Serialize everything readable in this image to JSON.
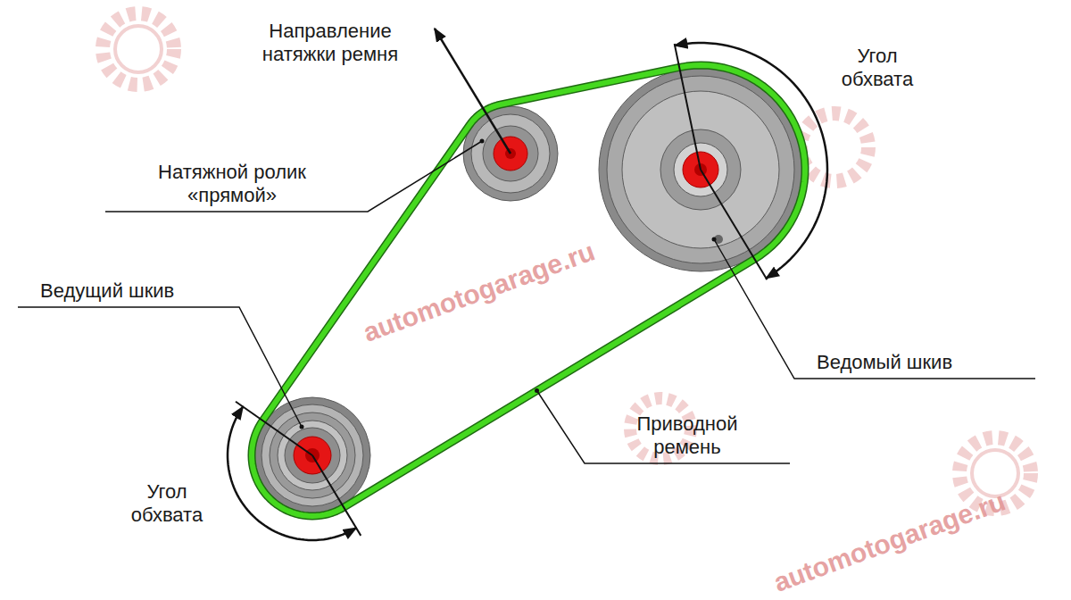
{
  "diagram": {
    "labels": [
      "Направление натяжки ремня",
      "Натяжной ролик «прямой»",
      "Ведущий шкив",
      "Ведомый шкив",
      "Приводной ремень",
      "Угол обхвата",
      "Угол обхвата",
      "automotogarage.ru",
      "automotogarage.ru"
    ]
  }
}
